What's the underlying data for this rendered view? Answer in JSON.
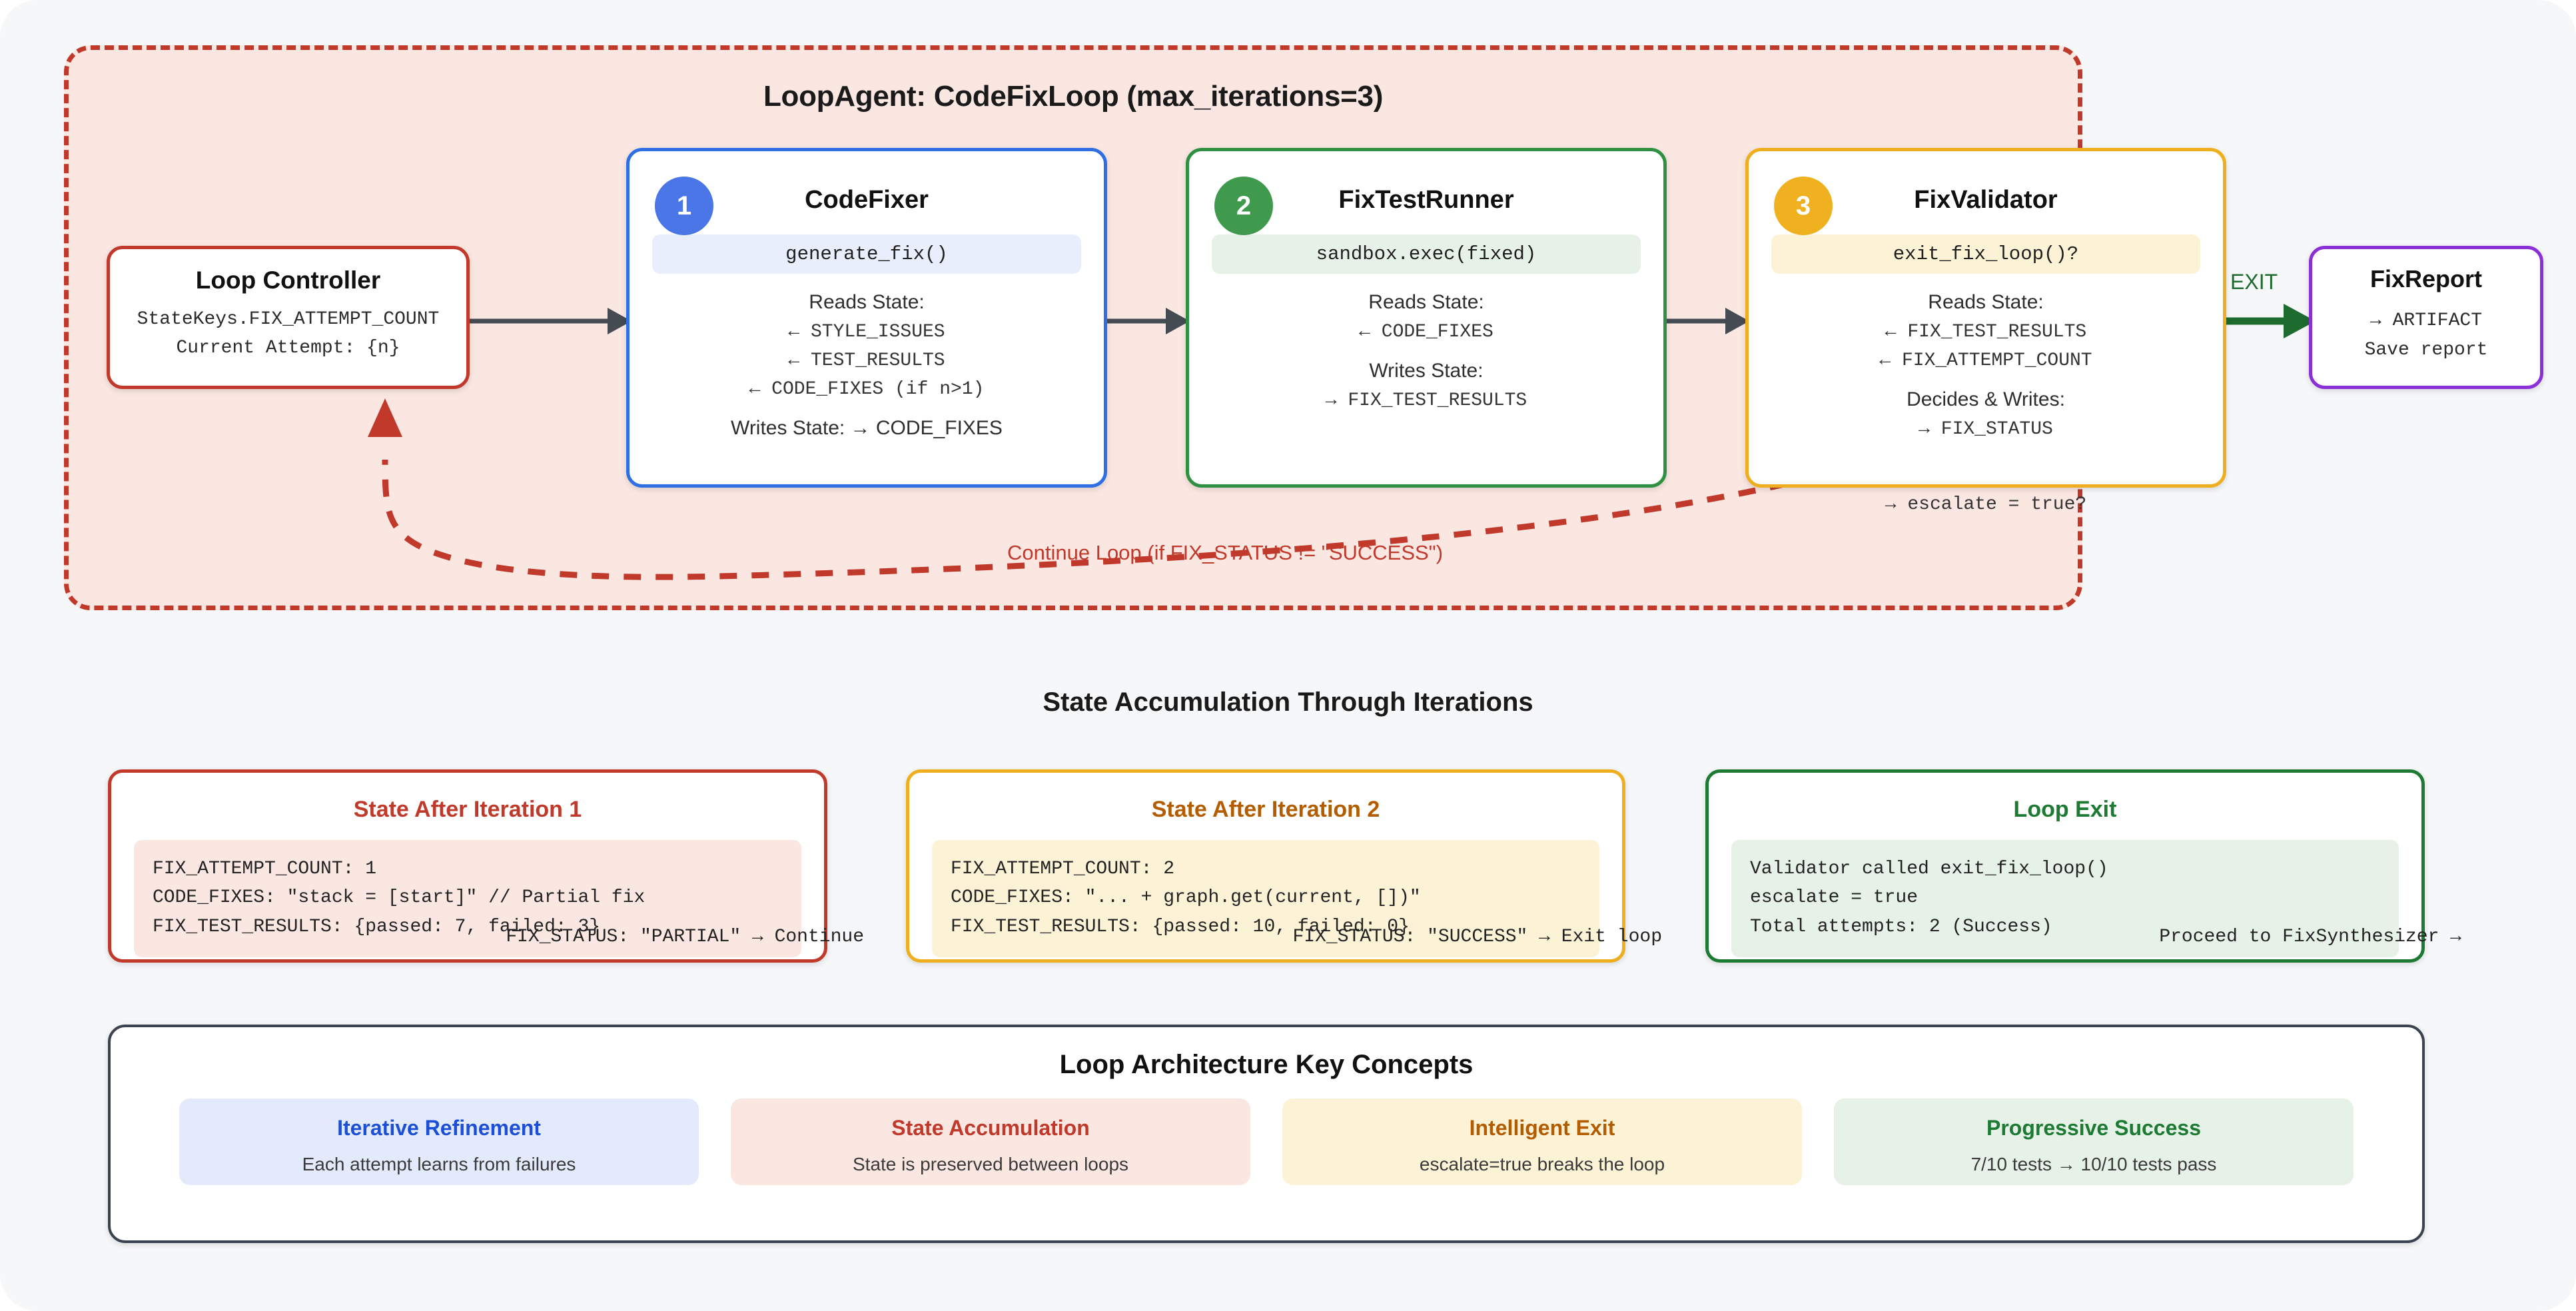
{
  "loop": {
    "title": "LoopAgent: CodeFixLoop (max_iterations=3)",
    "continue_label": "Continue Loop (if FIX_STATUS != \"SUCCESS\")",
    "exit_label": "EXIT"
  },
  "controller": {
    "title": "Loop Controller",
    "line1": "StateKeys.FIX_ATTEMPT_COUNT",
    "line2": "Current Attempt: {n}"
  },
  "nodes": [
    {
      "badge": "1",
      "title": "CodeFixer",
      "chip": "generate_fix()",
      "reads_head": "Reads State:",
      "reads": [
        "← STYLE_ISSUES",
        "← TEST_RESULTS",
        "← CODE_FIXES (if n>1)"
      ],
      "writes_inline": "Writes State: → CODE_FIXES",
      "writes_head": "",
      "writes": []
    },
    {
      "badge": "2",
      "title": "FixTestRunner",
      "chip": "sandbox.exec(fixed)",
      "reads_head": "Reads State:",
      "reads": [
        "← CODE_FIXES"
      ],
      "writes_head": "Writes State:",
      "writes": [
        "→ FIX_TEST_RESULTS"
      ],
      "writes_inline": ""
    },
    {
      "badge": "3",
      "title": "FixValidator",
      "chip": "exit_fix_loop()?",
      "reads_head": "Reads State:",
      "reads": [
        "← FIX_TEST_RESULTS",
        "← FIX_ATTEMPT_COUNT"
      ],
      "writes_head": "Decides & Writes:",
      "writes": [
        "→ FIX_STATUS"
      ],
      "overflow": "→ escalate = true?",
      "writes_inline": ""
    }
  ],
  "fixreport": {
    "title": "FixReport",
    "line1": "→ ARTIFACT",
    "line2": "Save report"
  },
  "state_section": {
    "heading": "State Accumulation Through Iterations",
    "cards": [
      {
        "title": "State After Iteration 1",
        "lines": [
          "FIX_ATTEMPT_COUNT: 1",
          "CODE_FIXES: \"stack = [start]\" // Partial fix",
          "FIX_TEST_RESULTS: {passed: 7, failed: 3}"
        ],
        "footer": "FIX_STATUS: \"PARTIAL\" → Continue"
      },
      {
        "title": "State After Iteration 2",
        "lines": [
          "FIX_ATTEMPT_COUNT: 2",
          "CODE_FIXES: \"... + graph.get(current, [])\"",
          "FIX_TEST_RESULTS: {passed: 10, failed: 0}"
        ],
        "footer": "FIX_STATUS: \"SUCCESS\" → Exit loop"
      },
      {
        "title": "Loop Exit",
        "lines": [
          "Validator called exit_fix_loop()",
          "escalate = true",
          "Total attempts: 2 (Success)"
        ],
        "footer": "Proceed to FixSynthesizer →"
      }
    ]
  },
  "concepts": {
    "title": "Loop Architecture Key Concepts",
    "items": [
      {
        "title": "Iterative Refinement",
        "desc": "Each attempt learns from failures"
      },
      {
        "title": "State Accumulation",
        "desc": "State is preserved between loops"
      },
      {
        "title": "Intelligent Exit",
        "desc": "escalate=true breaks the loop"
      },
      {
        "title": "Progressive Success",
        "desc": "7/10 tests → 10/10 tests pass"
      }
    ]
  },
  "colors": {
    "loop_border": "#c0392b",
    "loop_fill": "#fae7e2",
    "node1": "#2f6fe4",
    "node2": "#2e9141",
    "node3": "#efae1e",
    "report": "#8b2fd6",
    "exit_arrow": "#1d6b2e",
    "connector": "#444b53",
    "page_bg": "#f6f7f9"
  }
}
